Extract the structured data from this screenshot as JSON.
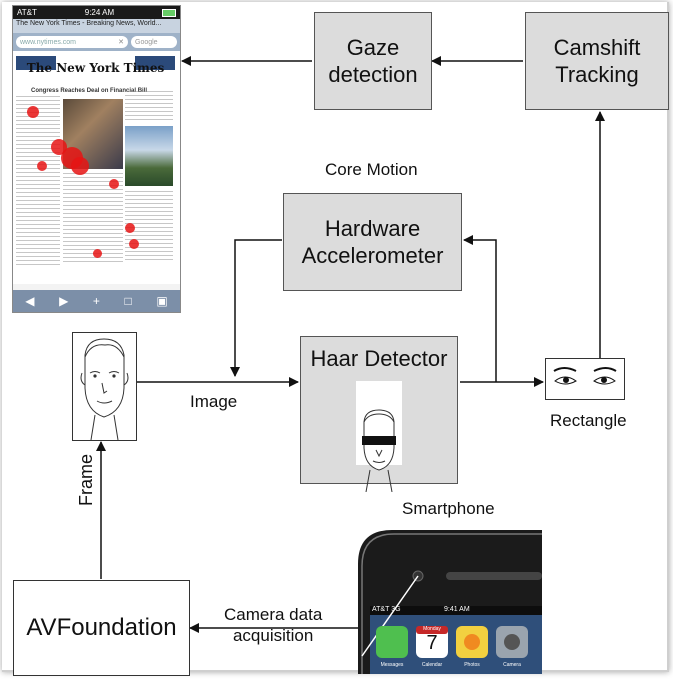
{
  "diagram": {
    "nodes": {
      "gaze_detection": "Gaze\ndetection",
      "camshift_tracking": "Camshift\nTracking",
      "hardware_accelerometer": "Hardware\nAccelerometer",
      "haar_detector": "Haar Detector",
      "avfoundation": "AVFoundation"
    },
    "labels": {
      "core_motion": "Core Motion",
      "image": "Image",
      "rectangle": "Rectangle",
      "frame": "Frame",
      "smartphone": "Smartphone",
      "camera_data_acquisition": "Camera data\nacquisition"
    }
  },
  "browser_screenshot": {
    "carrier": "AT&T",
    "time": "9:24 AM",
    "page_title": "The New York Times - Breaking News, World...",
    "url": "www.nytimes.com",
    "search_placeholder": "Google",
    "masthead": "The New York Times",
    "headline": "Congress Reaches Deal on Financial Bill"
  },
  "phone_screen": {
    "carrier": "AT&T 3G",
    "time": "9:41 AM",
    "calendar_day": "Monday",
    "calendar_date": "7",
    "apps": [
      "Messages",
      "Calendar",
      "Photos",
      "Camera"
    ]
  },
  "colors": {
    "box_fill": "#dcdcdc",
    "gaze_dot": "#e61414"
  }
}
